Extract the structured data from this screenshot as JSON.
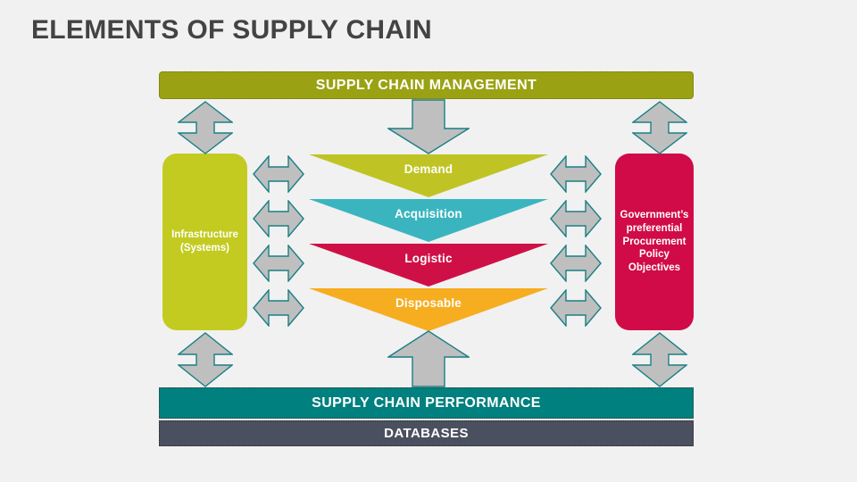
{
  "page": {
    "title": "ELEMENTS OF SUPPLY CHAIN",
    "background_color": "#f1f1f1",
    "title_color": "#434343"
  },
  "banners": {
    "top": {
      "label": "SUPPLY CHAIN MANAGEMENT",
      "color": "#9aa213"
    },
    "performance": {
      "label": "SUPPLY CHAIN PERFORMANCE",
      "color": "#00807e"
    },
    "databases": {
      "label": "DATABASES",
      "color": "#4a5060"
    }
  },
  "side_boxes": {
    "left": {
      "name": "Infrastructure (Systems)",
      "line1": "Infrastructure",
      "line2": "(Systems)",
      "color": "#c3cb20"
    },
    "right": {
      "name": "Government's preferential Procurement Policy Objectives",
      "line1": "Government’s",
      "line2": "preferential",
      "line3": "Procurement",
      "line4": "Policy",
      "line5": "Objectives",
      "color": "#d00b48"
    }
  },
  "chevrons": [
    {
      "label": "Demand",
      "color": "#bfc424"
    },
    {
      "label": "Acquisition",
      "color": "#3ab5bf"
    },
    {
      "label": "Logistic",
      "color": "#cf1046"
    },
    {
      "label": "Disposable",
      "color": "#f6ad20"
    }
  ],
  "arrows": {
    "fill_color": "#bfbfbf",
    "stroke_color": "#1a7f86",
    "vertical_double": [
      {
        "name": "top-left",
        "direction": "up-down"
      },
      {
        "name": "top-right",
        "direction": "up-down"
      },
      {
        "name": "bottom-left",
        "direction": "up-down"
      },
      {
        "name": "bottom-right",
        "direction": "up-down"
      }
    ],
    "center_down": {
      "name": "management-to-process",
      "direction": "down"
    },
    "center_up": {
      "name": "process-to-performance",
      "direction": "up"
    },
    "horizontal_double_left": [
      "demand",
      "acquisition",
      "logistic",
      "disposable"
    ],
    "horizontal_double_right": [
      "demand",
      "acquisition",
      "logistic",
      "disposable"
    ]
  }
}
